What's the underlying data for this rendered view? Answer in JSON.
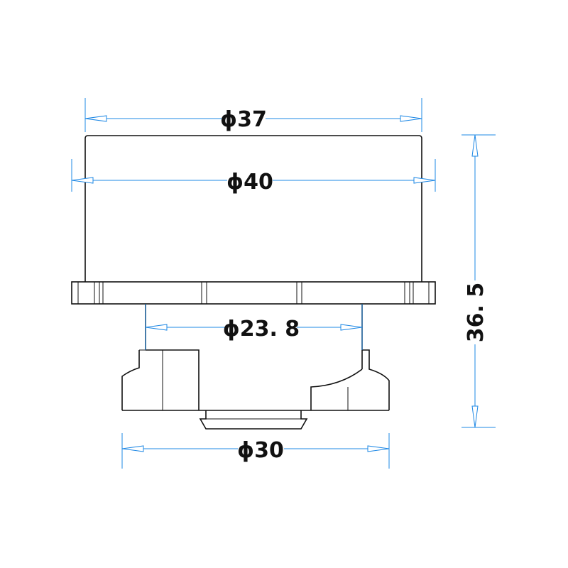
{
  "colors": {
    "outline": "#111111",
    "dimension_line": "#1e88e5",
    "background": "#ffffff"
  },
  "dimensions": {
    "top_diameter": "ϕ37",
    "body_diameter": "ϕ40",
    "inner_diameter": "ϕ23. 8",
    "base_diameter": "ϕ30",
    "overall_height": "36. 5"
  }
}
